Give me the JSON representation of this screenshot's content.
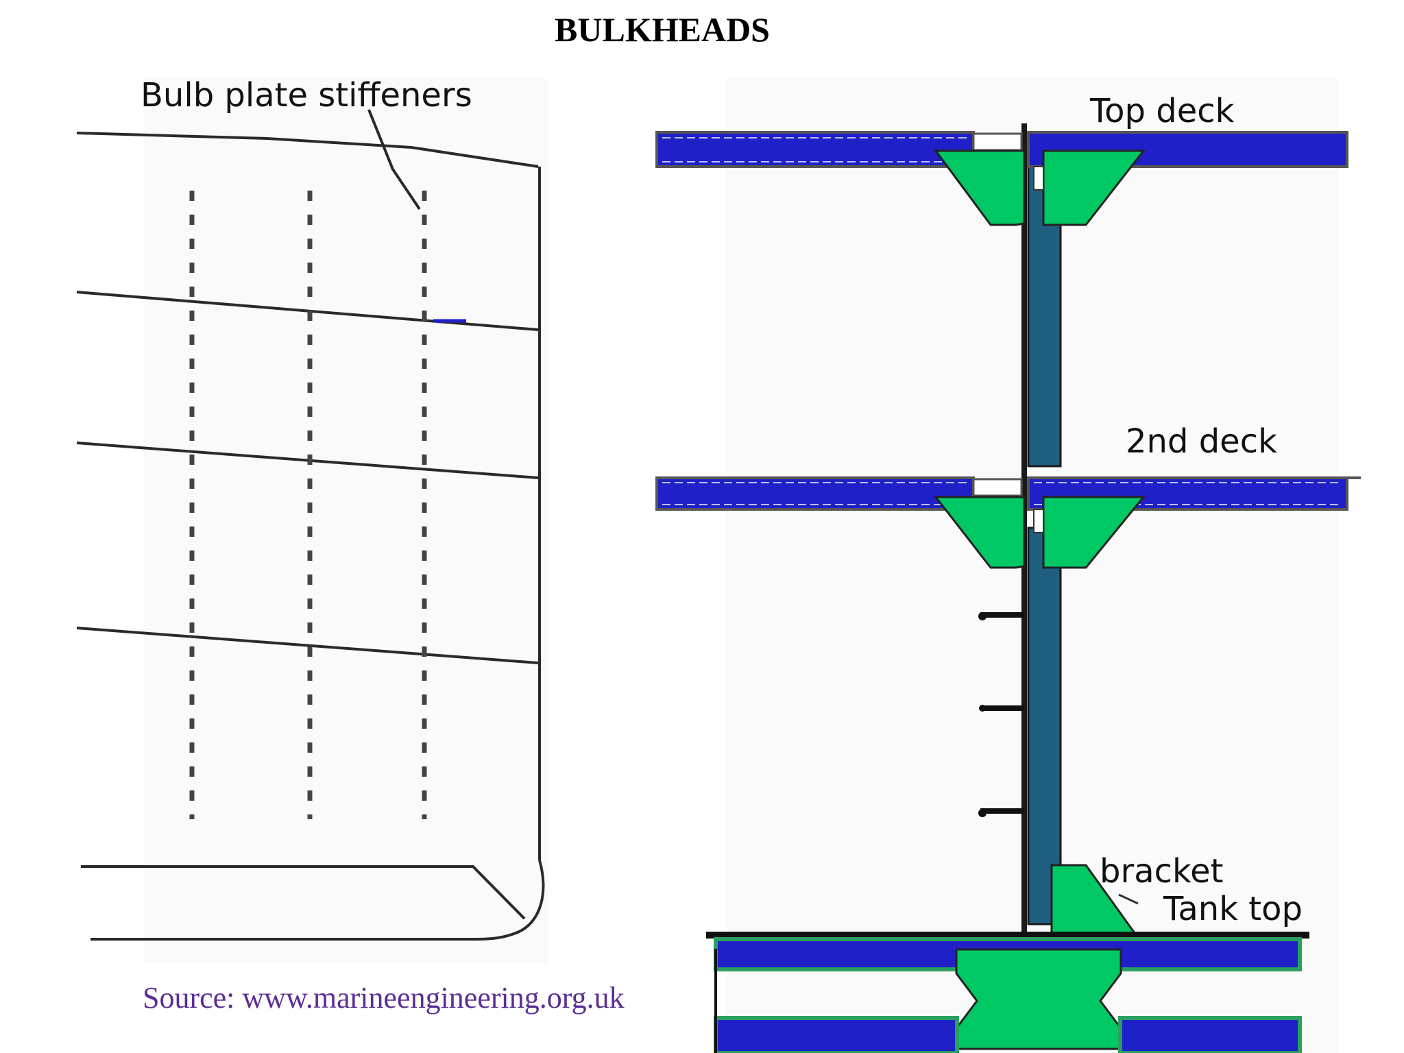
{
  "title": "BULKHEADS",
  "labels": {
    "bulb_plate_stiffeners": "Bulb plate stiffeners",
    "top_deck": "Top deck",
    "second_deck": "2nd deck",
    "bracket": "bracket",
    "tank_top": "Tank top"
  },
  "source": "Source: www.marineengineering.org.uk",
  "colors": {
    "deck_blue": "#2020c8",
    "bracket_green": "#00c864",
    "bulkhead_teal": "#1f5f80",
    "outline": "#222222",
    "source_text": "#5b2f95"
  }
}
